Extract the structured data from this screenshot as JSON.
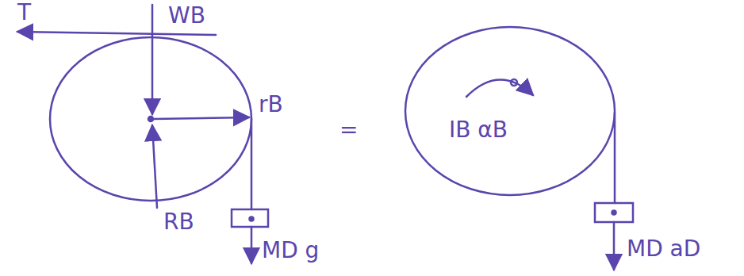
{
  "diagram": {
    "labels": [
      "T",
      "WB",
      "rB",
      "RB",
      "MD g",
      "=",
      "IB αB",
      "MD aD"
    ]
  }
}
